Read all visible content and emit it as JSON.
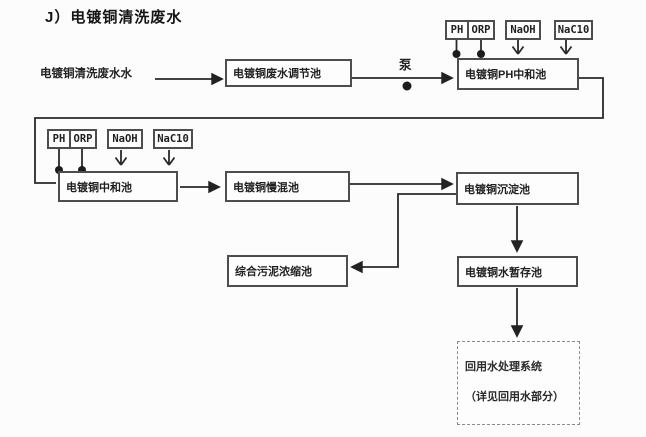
{
  "title": "J）电镀铜清洗废水",
  "labels": {
    "source": "电镀铜清洗废水水",
    "pump": "泵"
  },
  "dosing": {
    "ph": "PH",
    "orp": "ORP",
    "naoh": "NaOH",
    "naclo": "NaC10"
  },
  "tanks": {
    "adjust": "电镀铜废水调节池",
    "ph_neutralize": "电镀铜PH中和池",
    "neutralize": "电镀铜中和池",
    "slow_mix": "电镀铜慢混池",
    "sediment": "电镀铜沉淀池",
    "sludge_thicken": "综合污泥浓缩池",
    "water_storage": "电镀铜水暂存池"
  },
  "reuse": {
    "line1": "回用水处理系统",
    "line2": "（详见回用水部分）"
  },
  "colors": {
    "line": "#2a2a2a",
    "box_border": "#4d4d4d",
    "text": "#1f1f1f",
    "background": "#fcfcfc"
  }
}
